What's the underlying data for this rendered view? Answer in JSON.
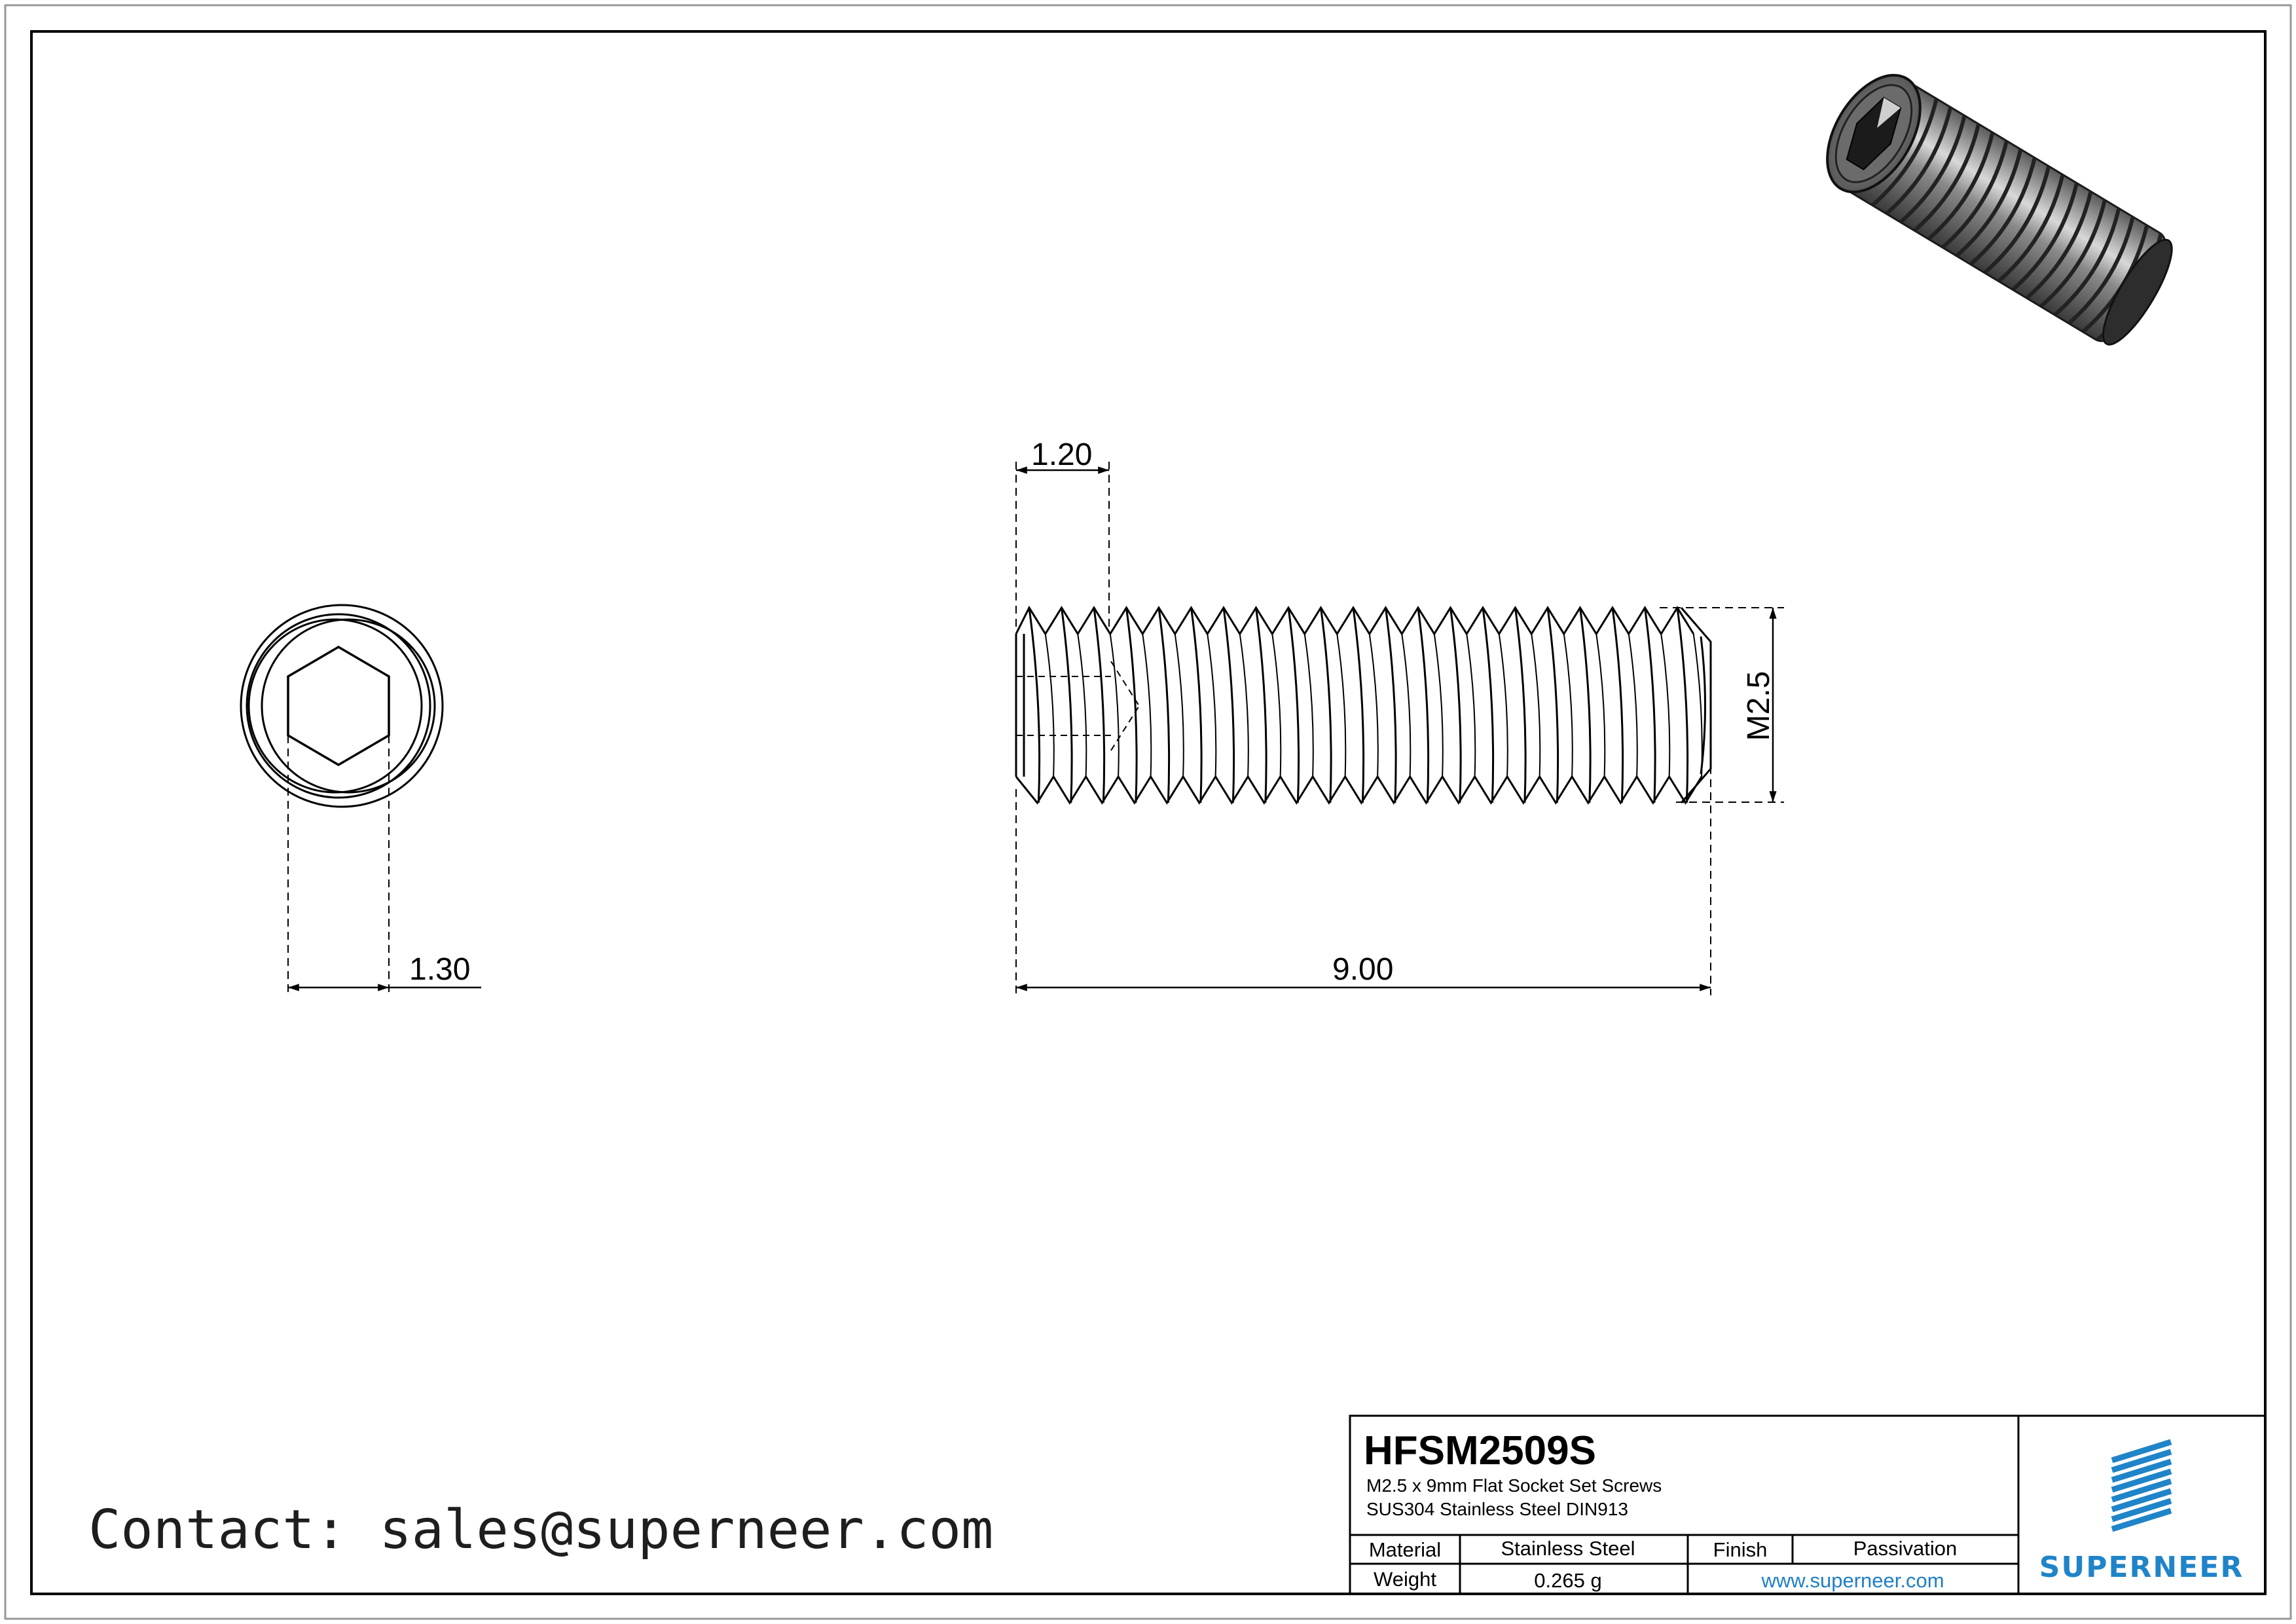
{
  "drawing": {
    "dimensions": {
      "socket_depth": "1.20",
      "hex_width": "1.30",
      "length": "9.00",
      "thread": "M2.5"
    }
  },
  "contact": {
    "text": "Contact: sales@superneer.com"
  },
  "title_block": {
    "part_number": "HFSM2509S",
    "description_line1": "M2.5 x 9mm Flat Socket Set Screws",
    "description_line2": "SUS304 Stainless Steel DIN913",
    "material_label": "Material",
    "material_value": "Stainless Steel",
    "finish_label": "Finish",
    "finish_value": "Passivation",
    "weight_label": "Weight",
    "weight_value": "0.265 g",
    "website": "www.superneer.com"
  },
  "brand": {
    "name": "SUPERNEER",
    "color": "#1f84c8"
  },
  "icons": [
    "superneer-logo-icon",
    "set-screw-3d-render-icon"
  ]
}
